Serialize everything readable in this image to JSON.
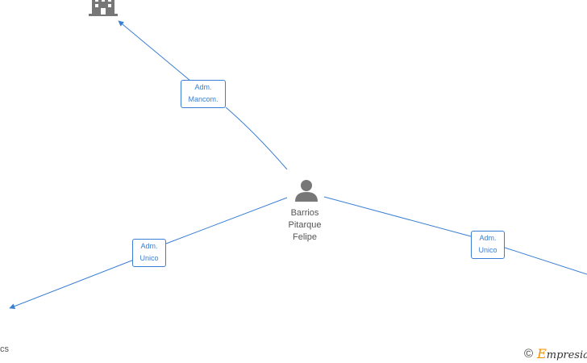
{
  "person": {
    "name_lines": [
      "Barrios",
      "Pitarque",
      "Felipe"
    ],
    "icon": "person-icon"
  },
  "company": {
    "icon": "building-icon"
  },
  "relations": [
    {
      "lines": [
        "Adm.",
        "Mancom."
      ]
    },
    {
      "lines": [
        "Adm.",
        "Unico"
      ]
    },
    {
      "lines": [
        "Adm.",
        "Unico"
      ]
    }
  ],
  "truncated_text": "cs",
  "footer": {
    "copyright_symbol": "©",
    "brand_first": "E",
    "brand_rest": "mpresia"
  },
  "colors": {
    "edge": "#3a7fd5",
    "icon": "#777777",
    "text": "#555555",
    "brand_accent": "#f39200"
  }
}
